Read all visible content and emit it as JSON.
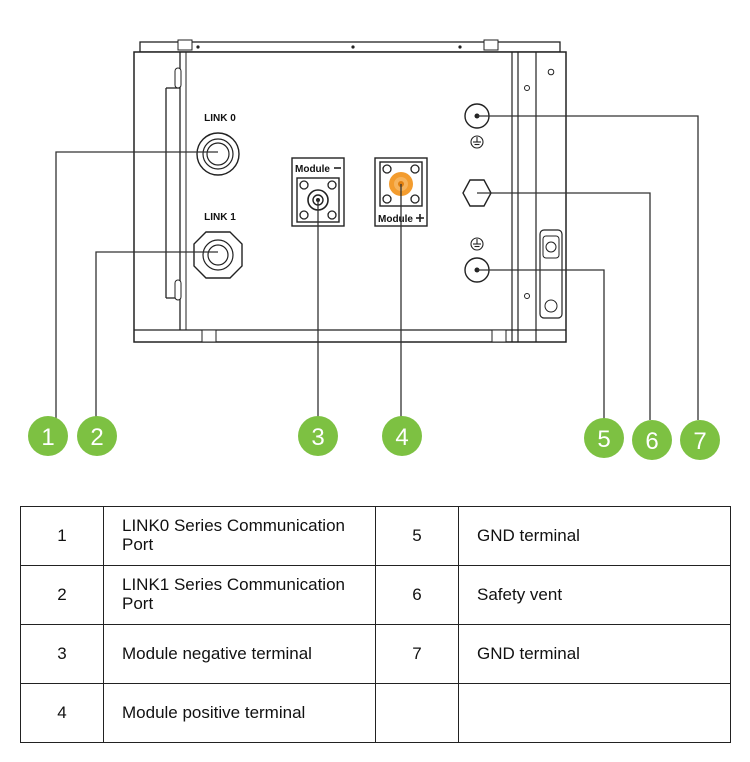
{
  "panel": {
    "link0_label": "LINK 0",
    "link1_label": "LINK 1",
    "module_negative_label": "Module",
    "module_positive_label": "Module"
  },
  "callouts": [
    {
      "number": "1"
    },
    {
      "number": "2"
    },
    {
      "number": "3"
    },
    {
      "number": "4"
    },
    {
      "number": "5"
    },
    {
      "number": "6"
    },
    {
      "number": "7"
    }
  ],
  "colors": {
    "badge_green": "#7dc142",
    "terminal_orange": "#f39c2e",
    "line": "#333333"
  },
  "table": {
    "rows": [
      {
        "n1": "1",
        "d1": "LINK0 Series Communication Port",
        "n2": "5",
        "d2": "GND terminal"
      },
      {
        "n1": "2",
        "d1": "LINK1 Series Communication Port",
        "n2": "6",
        "d2": "Safety vent"
      },
      {
        "n1": "3",
        "d1": "Module negative terminal",
        "n2": "7",
        "d2": "GND terminal"
      },
      {
        "n1": "4",
        "d1": "Module positive terminal",
        "n2": "",
        "d2": ""
      }
    ]
  }
}
